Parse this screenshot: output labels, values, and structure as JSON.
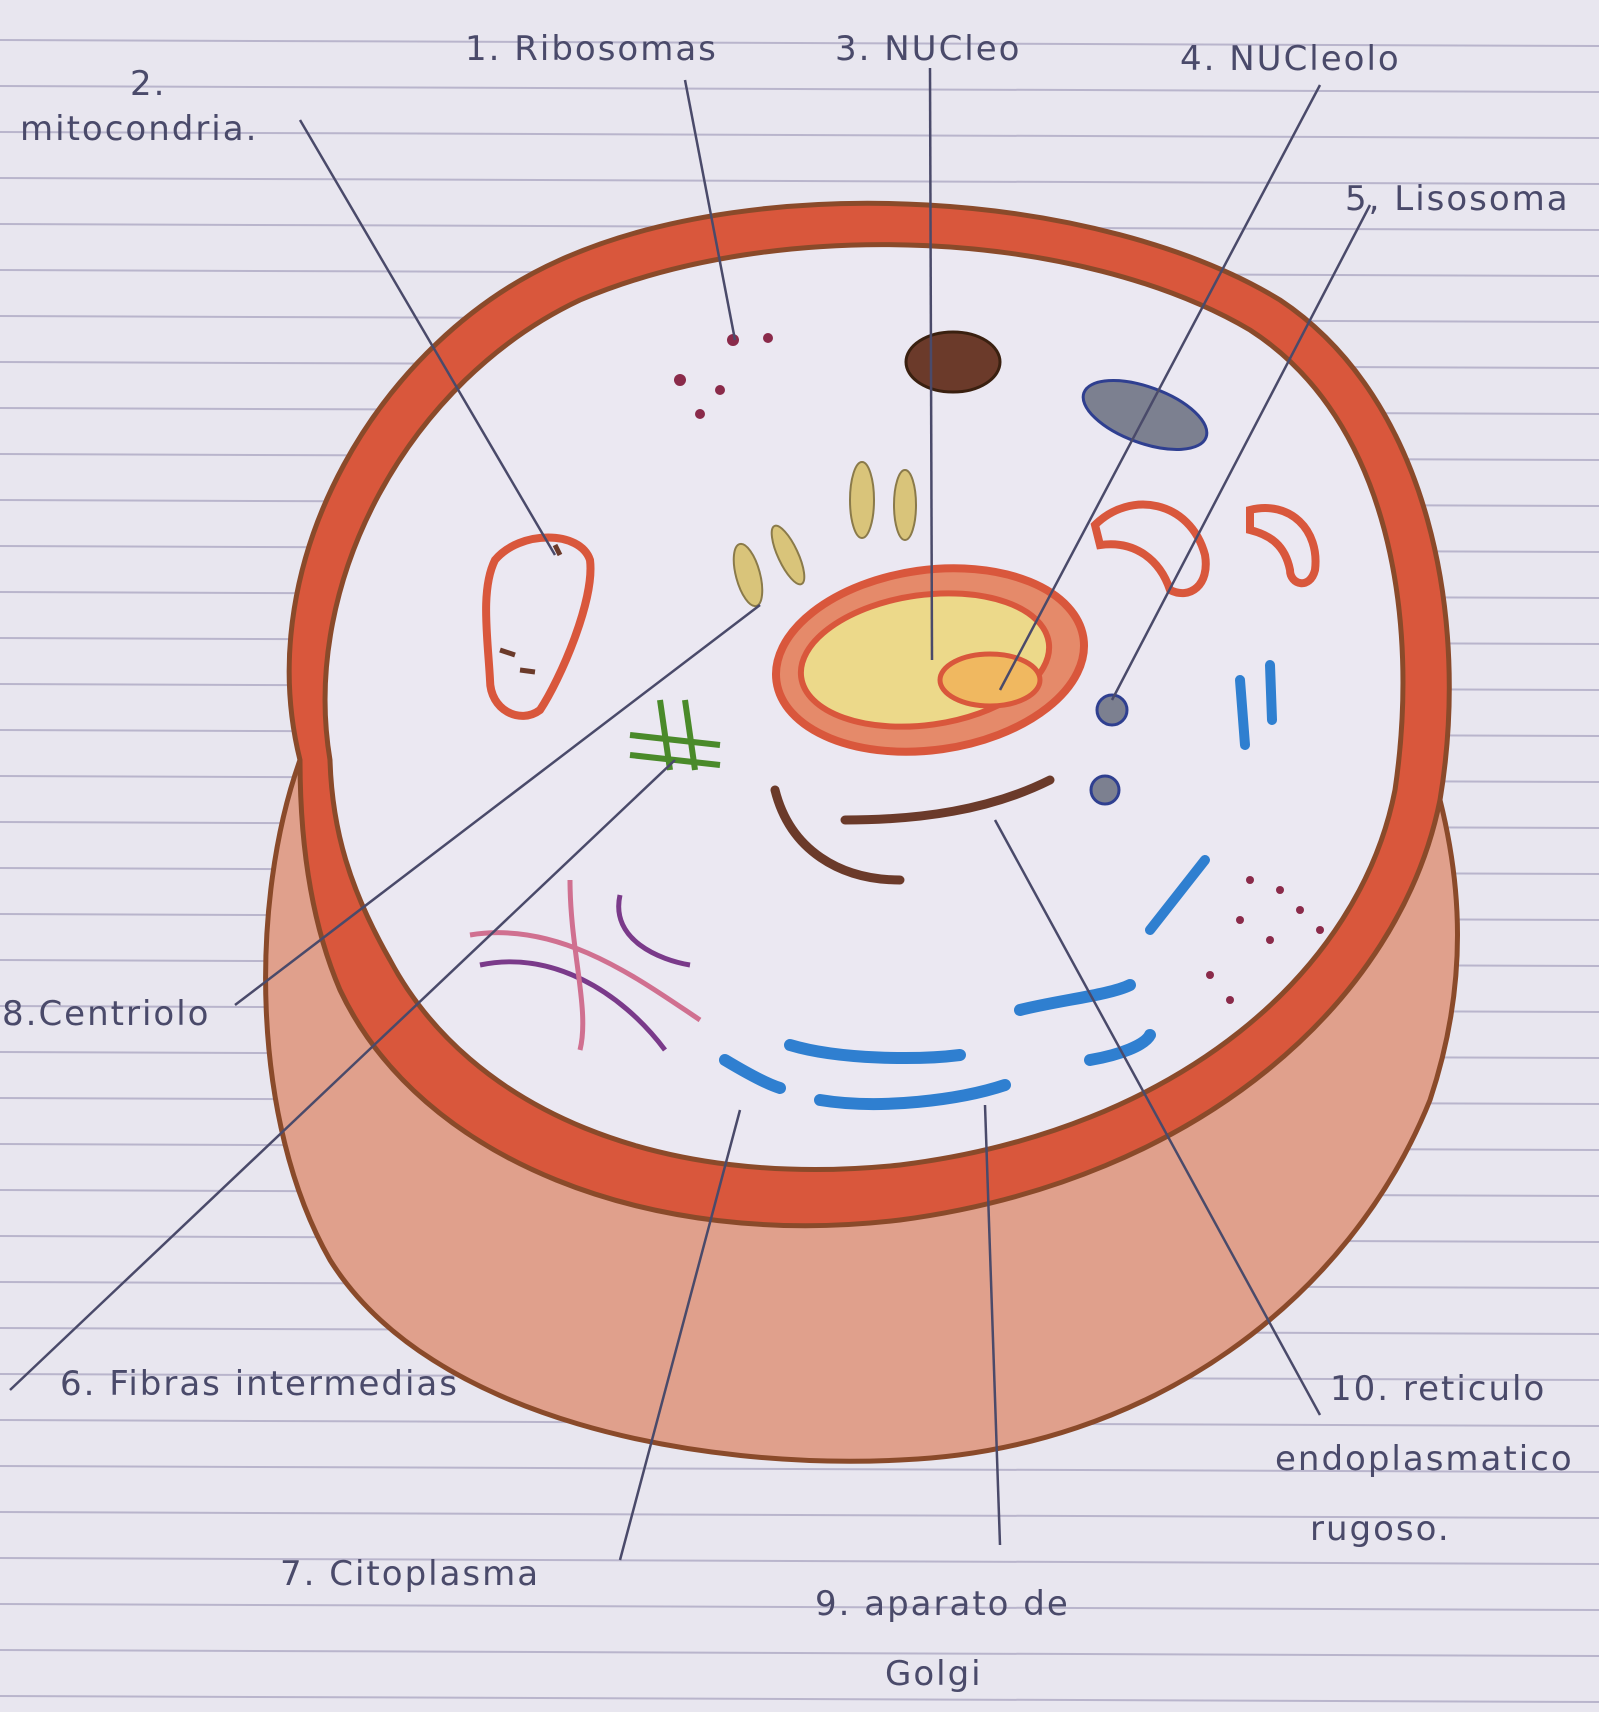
{
  "labels": {
    "ribosomas": "1. Ribosomas",
    "mitocondria_num": "2.",
    "mitocondria": "mitocondria.",
    "nucleo": "3. NUCleo",
    "nucleolo": "4. NUCleolo",
    "lisosoma": "5, Lisosoma",
    "fibras": "6. Fibras intermedias",
    "citoplasma": "7. Citoplasma",
    "centriolo": "8.Centriolo",
    "golgi_1": "9. aparato de",
    "golgi_2": "Golgi",
    "reticulo_1": "10. reticulo",
    "reticulo_2": "endoplasmatico",
    "reticulo_3": "rugoso."
  },
  "colors": {
    "paper": "#e8e6ef",
    "rule_line": "#b9b5cc",
    "membrane": "#d9573c",
    "outline": "#8a4a2a",
    "cytoplasm": "#ebe8f2",
    "base": "#e0a08c",
    "nucleus_yellow": "#ecd98a",
    "mito": "#d9573c",
    "rough_er": "#6b3a2a",
    "golgi_blue": "#2f7fd0",
    "lysosome": "#7c8090",
    "centriole": "#d9c47a",
    "fibers_green": "#4a8a2a",
    "pink_lines": "#d07090",
    "purple_lines": "#7a3a8a",
    "label_ink": "#4a4a6a"
  }
}
